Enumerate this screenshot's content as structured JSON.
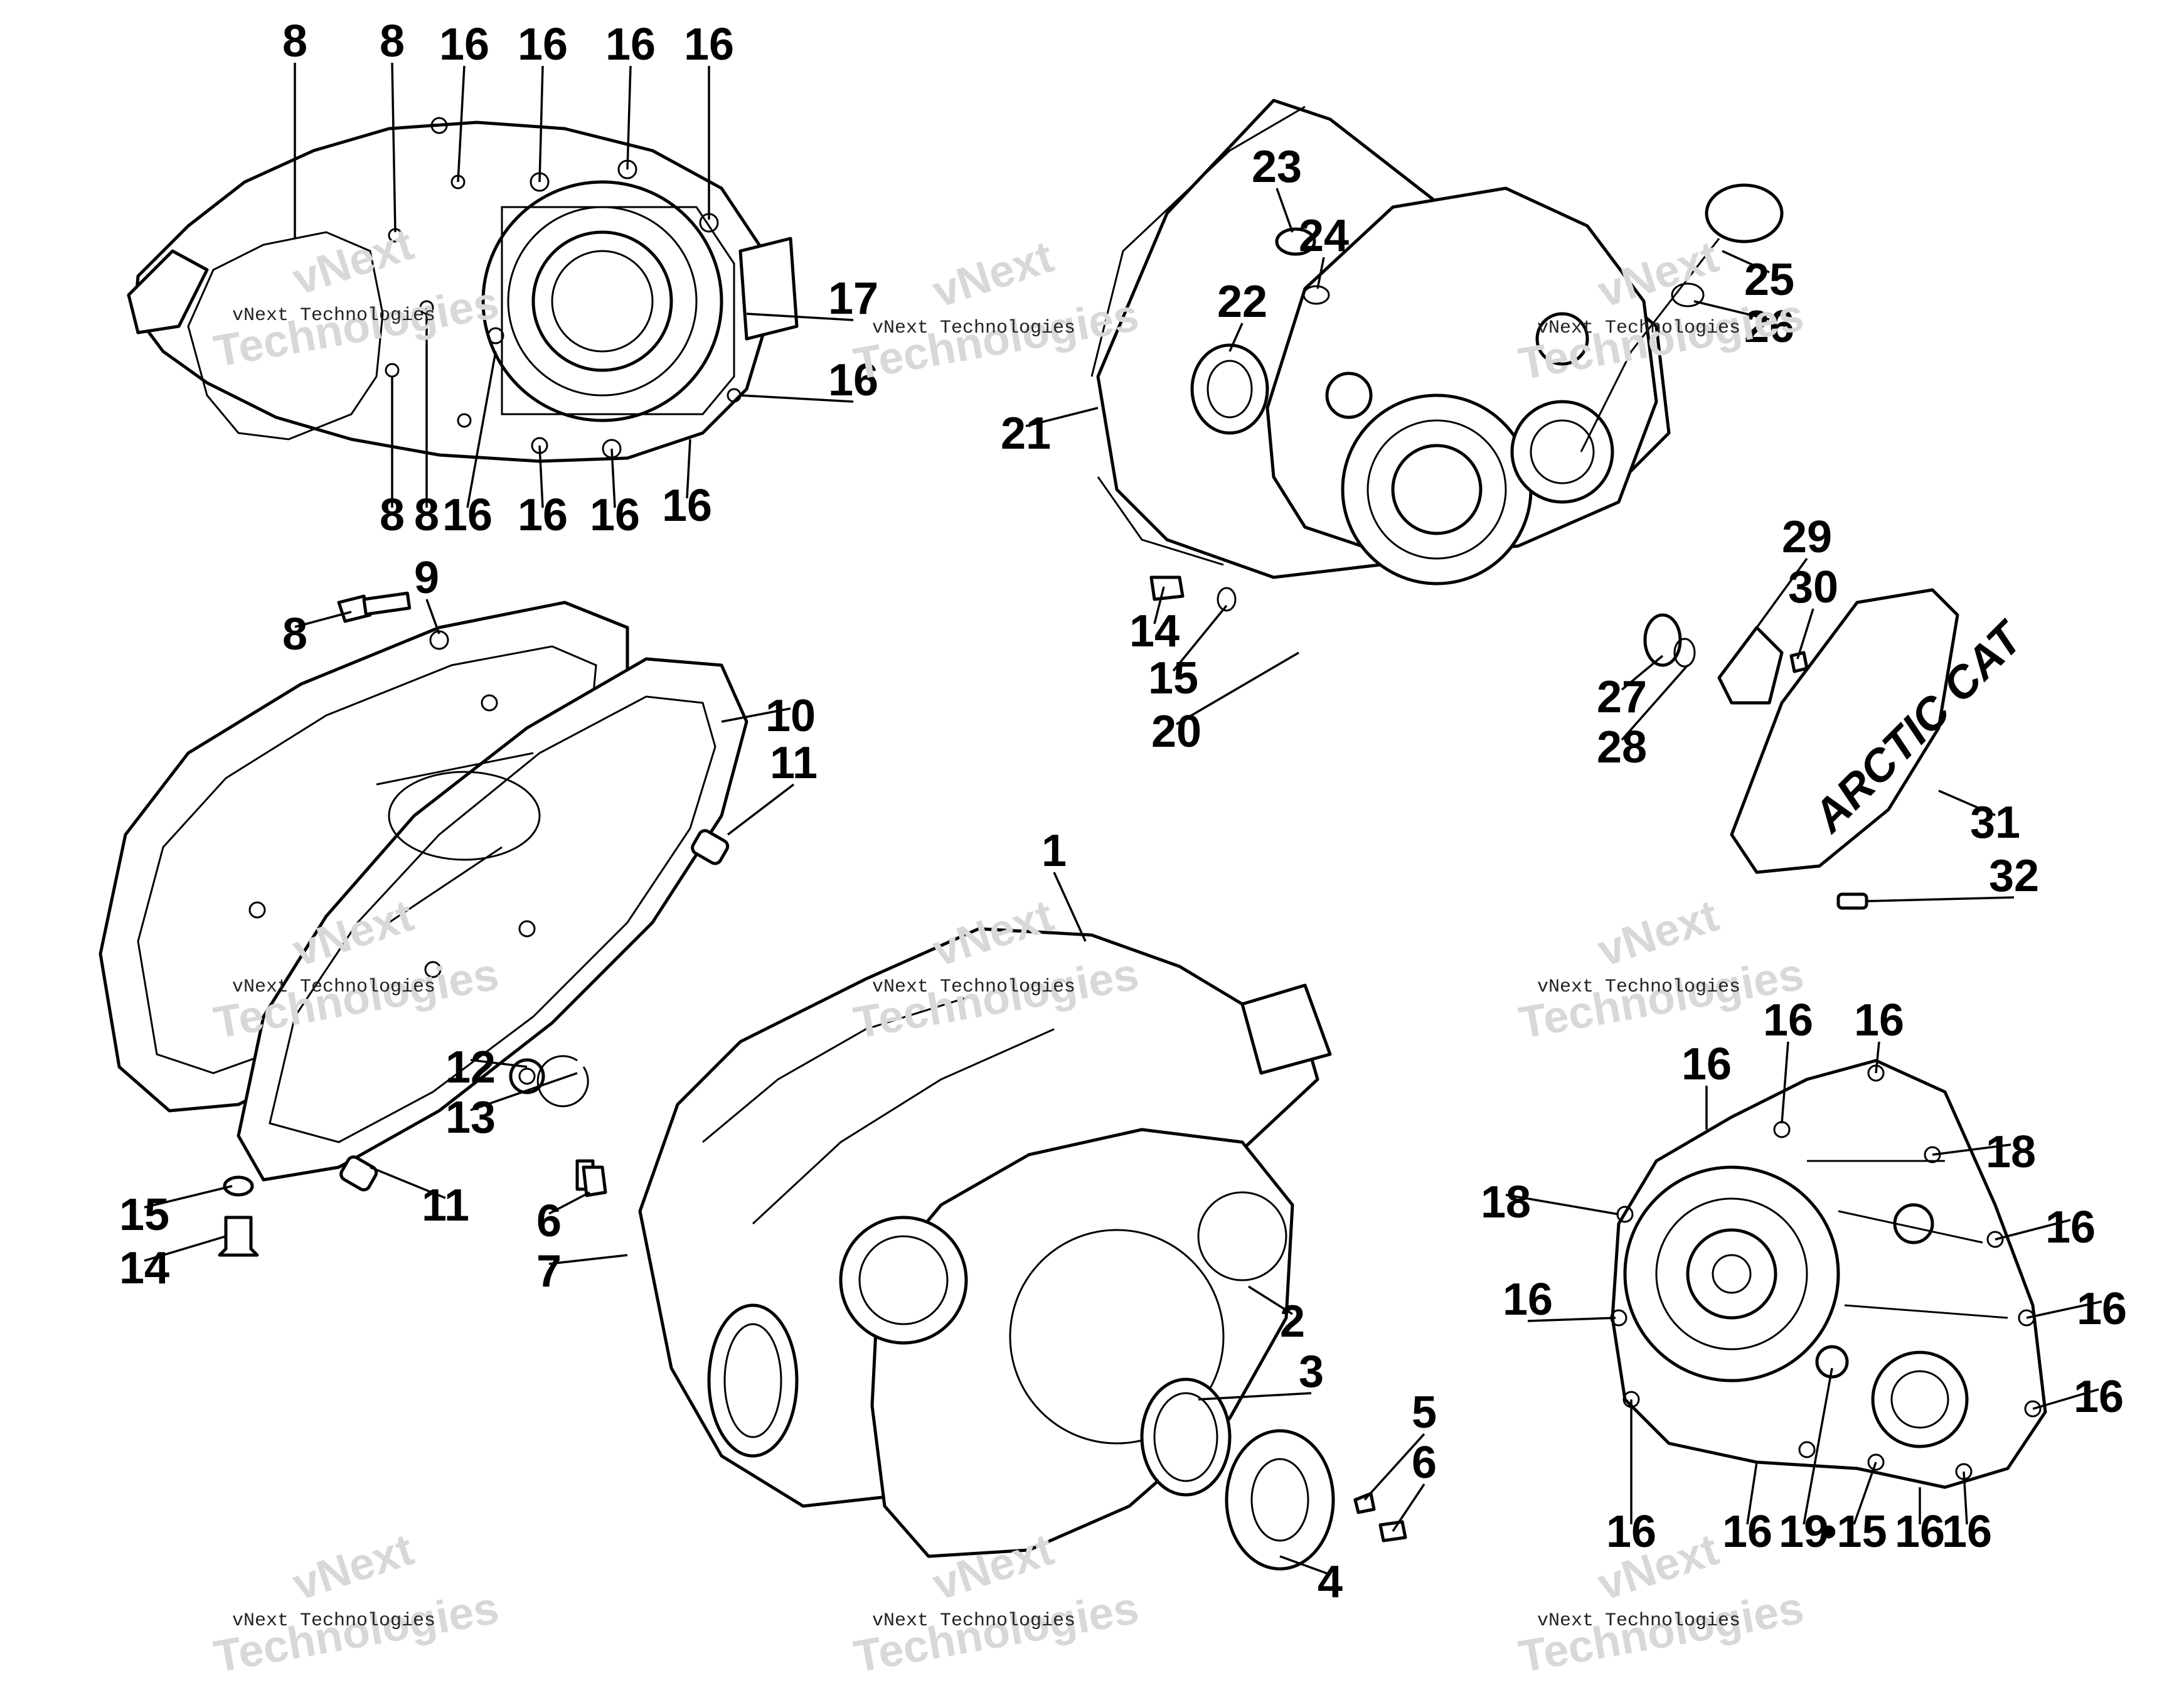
{
  "diagram": {
    "type": "exploded-parts-diagram",
    "brand_logo_text": "ARCTIC CAT",
    "watermarks": [
      {
        "line1": "vNext Technologies",
        "line2": "Technologies",
        "big": "vNext"
      },
      {
        "line1": "vNext Technologies",
        "line2": "Technologies",
        "big": "vNext"
      },
      {
        "line1": "vNext Technologies",
        "line2": "Technologies",
        "big": "vNext"
      },
      {
        "line1": "vNext Technologies",
        "line2": "Technologies",
        "big": "vNext"
      },
      {
        "line1": "vNext Technologies",
        "line2": "Technologies",
        "big": "vNext"
      },
      {
        "line1": "vNext Technologies",
        "line2": "Technologies",
        "big": "vNext"
      },
      {
        "line1": "vNext Technologies",
        "line2": "Technologies",
        "big": "vNext"
      },
      {
        "line1": "vNext Technologies",
        "line2": "Technologies",
        "big": "vNext"
      },
      {
        "line1": "vNext Technologies",
        "line2": "Technologies",
        "big": "vNext"
      }
    ],
    "callouts": [
      "8",
      "8",
      "16",
      "16",
      "16",
      "16",
      "17",
      "16",
      "8",
      "8",
      "16",
      "16",
      "16",
      "16",
      "9",
      "8",
      "10",
      "11",
      "12",
      "13",
      "11",
      "15",
      "14",
      "21",
      "22",
      "23",
      "24",
      "25",
      "26",
      "14",
      "15",
      "20",
      "27",
      "28",
      "29",
      "30",
      "31",
      "32",
      "1",
      "7",
      "6",
      "2",
      "3",
      "4",
      "5",
      "6",
      "16",
      "16",
      "16",
      "18",
      "18",
      "16",
      "16",
      "16",
      "16",
      "16",
      "16",
      "19",
      "•15",
      "16",
      "16"
    ]
  }
}
